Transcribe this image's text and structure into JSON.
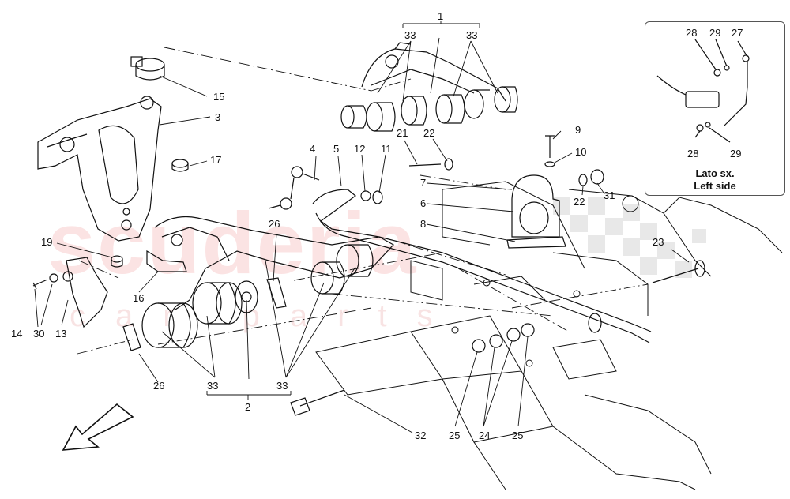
{
  "watermark": {
    "brand": "scuderia",
    "tagline": "car parts"
  },
  "colors": {
    "line": "#111111",
    "watermark": "#e02020",
    "checker": "#cfcfcf"
  },
  "inset": {
    "title_it": "Lato sx.",
    "title_en": "Left side"
  },
  "callouts": {
    "n1": "1",
    "n2": "2",
    "n3": "3",
    "n4": "4",
    "n5": "5",
    "n6": "6",
    "n7": "7",
    "n8": "8",
    "n9": "9",
    "n10": "10",
    "n11": "11",
    "n12": "12",
    "n13": "13",
    "n14": "14",
    "n15": "15",
    "n16": "16",
    "n17": "17",
    "n19": "19",
    "n21": "21",
    "n22a": "22",
    "n22b": "22",
    "n23": "23",
    "n24": "24",
    "n25a": "25",
    "n25b": "25",
    "n26a": "26",
    "n26b": "26",
    "n27": "27",
    "n28a": "28",
    "n28b": "28",
    "n29a": "29",
    "n29b": "29",
    "n30": "30",
    "n31": "31",
    "n32": "32",
    "n33a": "33",
    "n33b": "33",
    "n33c": "33",
    "n33d": "33"
  },
  "icons": {
    "direction": "arrow-icon"
  }
}
